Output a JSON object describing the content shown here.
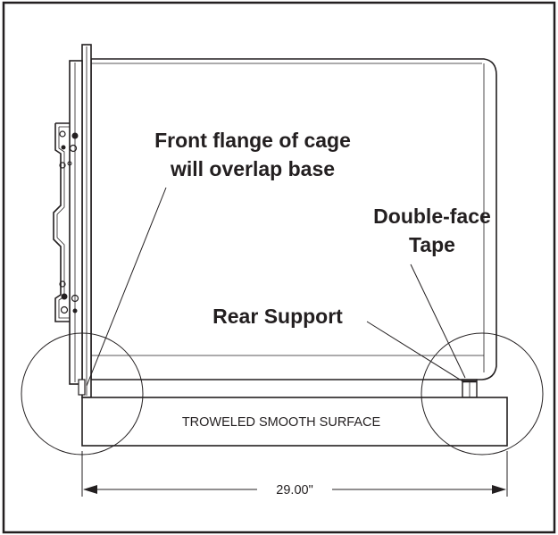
{
  "callouts": {
    "front_flange_line1": "Front flange of cage",
    "front_flange_line2": "will overlap base",
    "double_face_line1": "Double-face",
    "double_face_line2": "Tape",
    "rear_support": "Rear Support"
  },
  "base": {
    "surface_label": "TROWELED SMOOTH SURFACE"
  },
  "dimension": {
    "width_label": "29.00\""
  },
  "colors": {
    "ink": "#231f20",
    "background": "#ffffff"
  }
}
